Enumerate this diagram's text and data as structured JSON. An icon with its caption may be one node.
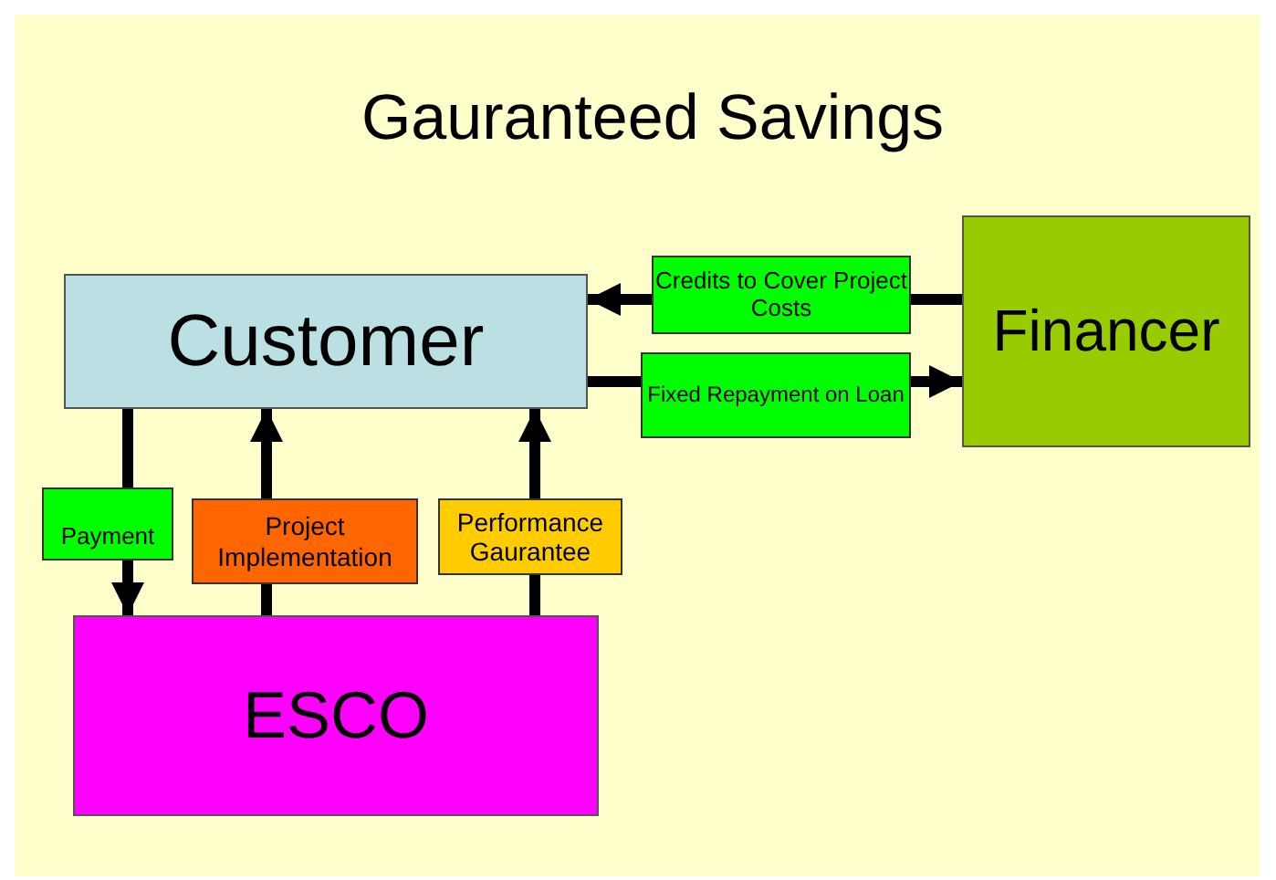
{
  "diagram": {
    "title": "Gauranteed Savings",
    "nodes": [
      {
        "text": [
          "Customer"
        ]
      },
      {
        "text": [
          "Financer"
        ]
      },
      {
        "text": [
          "ESCO"
        ]
      }
    ],
    "edges": [
      {
        "from": 1,
        "to": 0,
        "arrow": "to",
        "label": "Credits to Cover Project Costs"
      },
      {
        "from": 0,
        "to": 1,
        "arrow": "to",
        "label": "Fixed Repayment on Loan"
      },
      {
        "from": 0,
        "to": 2,
        "arrow": "to",
        "label": "Payment"
      },
      {
        "from": 2,
        "to": 0,
        "arrow": "to",
        "label": "Project Implementation"
      },
      {
        "from": 2,
        "to": 0,
        "arrow": "to",
        "label": "Performance Gaurantee"
      }
    ]
  }
}
